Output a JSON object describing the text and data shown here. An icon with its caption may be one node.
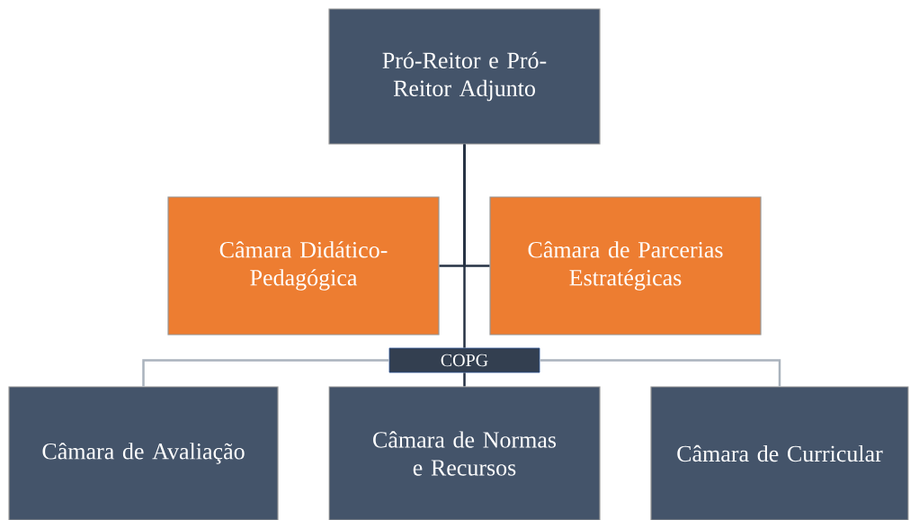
{
  "diagram": {
    "nodes": [
      {
        "text": [
          "Pró-Reitor e Pró-Reitor Adjunto"
        ]
      },
      {
        "text": [
          "Câmara Didático-Pedagógica"
        ]
      },
      {
        "text": [
          "Câmara de Parcerias Estratégicas"
        ]
      },
      {
        "text": [
          "COPG"
        ]
      },
      {
        "text": [
          "Câmara de Avaliação"
        ]
      },
      {
        "text": [
          "Câmara de Normas e Recursos"
        ]
      },
      {
        "text": [
          "Câmara de Curricular"
        ]
      }
    ],
    "edges": [
      {
        "from": 0,
        "to": 1,
        "arrow": "none"
      },
      {
        "from": 0,
        "to": 2,
        "arrow": "none"
      },
      {
        "from": 0,
        "to": 3,
        "arrow": "none"
      },
      {
        "from": 3,
        "to": 4,
        "arrow": "none",
        "color": "#aab3bd"
      },
      {
        "from": 3,
        "to": 5,
        "arrow": "none"
      },
      {
        "from": 3,
        "to": 6,
        "arrow": "none",
        "color": "#aab3bd"
      }
    ]
  }
}
